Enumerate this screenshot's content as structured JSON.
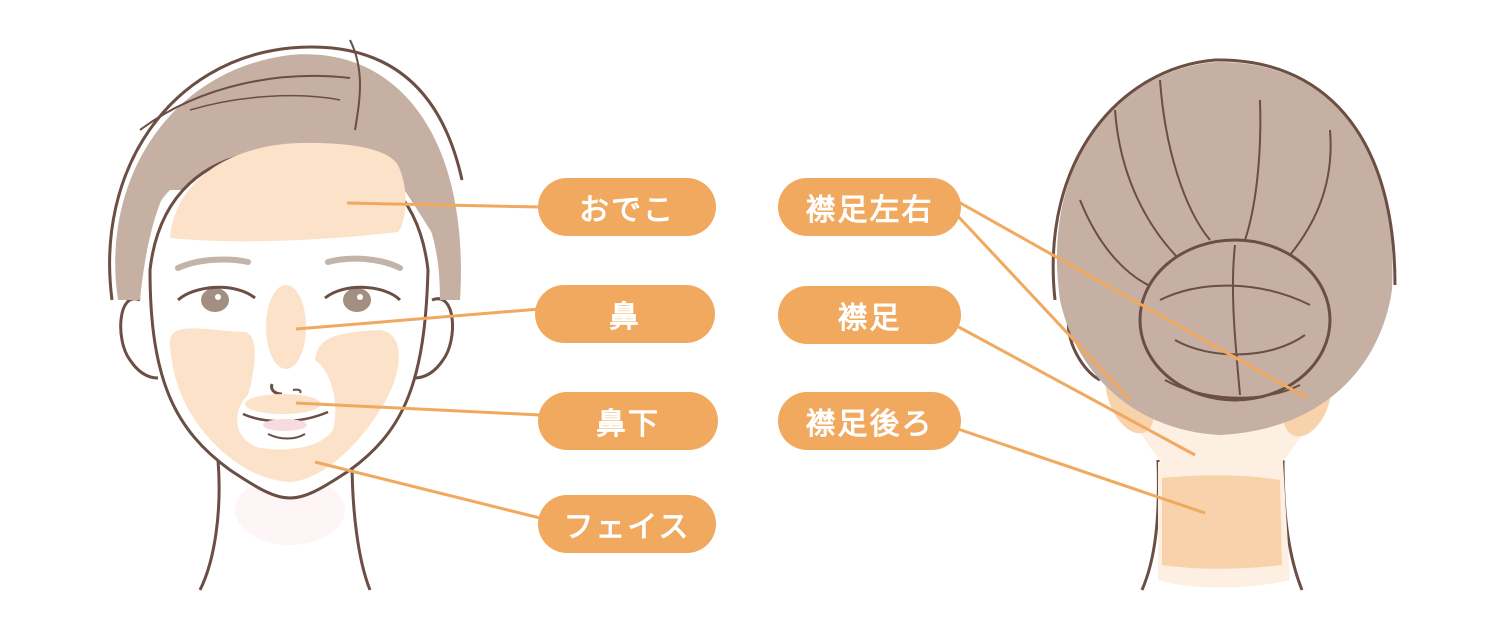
{
  "colors": {
    "pill": "#f0a95e",
    "leader_line": "#f0a95e",
    "hair": "#c6b0a3",
    "outline": "#6b4e44",
    "skin_zone": "#fbe2c9",
    "skin_zone_dark": "#f8d2ab",
    "skin_light": "#fdf0e2",
    "eye": "#a38f81",
    "brow": "#c2b4ab"
  },
  "front_view": {
    "labels": [
      {
        "id": "forehead",
        "text": "おでこ"
      },
      {
        "id": "nose",
        "text": "鼻"
      },
      {
        "id": "under-nose",
        "text": "鼻下"
      },
      {
        "id": "face",
        "text": "フェイス"
      }
    ]
  },
  "back_view": {
    "labels": [
      {
        "id": "nape-sides",
        "text": "襟足左右"
      },
      {
        "id": "nape",
        "text": "襟足"
      },
      {
        "id": "nape-back",
        "text": "襟足後ろ"
      }
    ]
  }
}
